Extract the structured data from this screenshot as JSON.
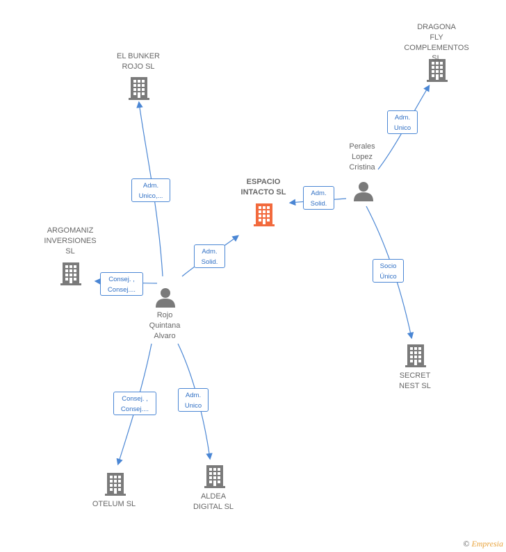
{
  "nodes": {
    "espacio": {
      "label": "ESPACIO\nINTACTO  SL"
    },
    "bunker": {
      "label": "EL BUNKER\nROJO  SL"
    },
    "dragona": {
      "label": "DRAGONA\nFLY\nCOMPLEMENTOS SL"
    },
    "argomaniz": {
      "label": "ARGOMANIZ\nINVERSIONES\nSL"
    },
    "secret": {
      "label": "SECRET\nNEST SL"
    },
    "otelum": {
      "label": "OTELUM SL"
    },
    "aldea": {
      "label": "ALDEA\nDIGITAL  SL"
    },
    "perales": {
      "label": "Perales\nLopez\nCristina"
    },
    "rojo": {
      "label": "Rojo\nQuintana\nAlvaro"
    }
  },
  "edges": {
    "rojo_bunker": "Adm.\nUnico,...",
    "rojo_espacio": "Adm.\nSolid.",
    "rojo_argomaniz": "Consej. ,\nConsej....",
    "rojo_otelum": "Consej. ,\nConsej....",
    "rojo_aldea": "Adm.\nUnico",
    "perales_espacio": "Adm.\nSolid.",
    "perales_dragona": "Adm.\nUnico",
    "perales_secret": "Socio\nÚnico"
  },
  "colors": {
    "edge": "#4a86d4",
    "building": "#7a7a7a",
    "main_building": "#f26a3d",
    "person": "#7a7a7a"
  },
  "footer": {
    "symbol": "©",
    "brand": "Empresia"
  }
}
